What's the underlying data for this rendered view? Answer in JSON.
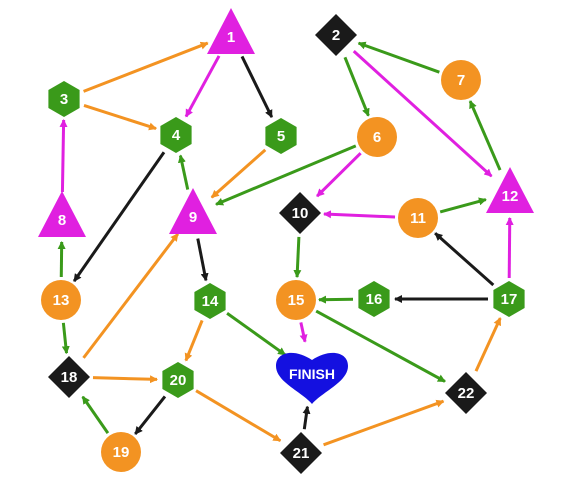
{
  "colors": {
    "orange": "#f39322",
    "green": "#3a9a1a",
    "magenta": "#e020e0",
    "black": "#1a1a1a",
    "blue": "#1410e0"
  },
  "nodes": [
    {
      "id": "1",
      "shape": "triangle",
      "color": "magenta"
    },
    {
      "id": "2",
      "shape": "diamond",
      "color": "black"
    },
    {
      "id": "3",
      "shape": "hexagon",
      "color": "green"
    },
    {
      "id": "4",
      "shape": "hexagon",
      "color": "green"
    },
    {
      "id": "5",
      "shape": "hexagon",
      "color": "green"
    },
    {
      "id": "6",
      "shape": "circle",
      "color": "orange"
    },
    {
      "id": "7",
      "shape": "circle",
      "color": "orange"
    },
    {
      "id": "8",
      "shape": "triangle",
      "color": "magenta"
    },
    {
      "id": "9",
      "shape": "triangle",
      "color": "magenta"
    },
    {
      "id": "10",
      "shape": "diamond",
      "color": "black"
    },
    {
      "id": "11",
      "shape": "circle",
      "color": "orange"
    },
    {
      "id": "12",
      "shape": "triangle",
      "color": "magenta"
    },
    {
      "id": "13",
      "shape": "circle",
      "color": "orange"
    },
    {
      "id": "14",
      "shape": "hexagon",
      "color": "green"
    },
    {
      "id": "15",
      "shape": "circle",
      "color": "orange"
    },
    {
      "id": "16",
      "shape": "hexagon",
      "color": "green"
    },
    {
      "id": "17",
      "shape": "hexagon",
      "color": "green"
    },
    {
      "id": "18",
      "shape": "diamond",
      "color": "black"
    },
    {
      "id": "19",
      "shape": "circle",
      "color": "orange"
    },
    {
      "id": "20",
      "shape": "hexagon",
      "color": "green"
    },
    {
      "id": "21",
      "shape": "diamond",
      "color": "black"
    },
    {
      "id": "22",
      "shape": "diamond",
      "color": "black"
    },
    {
      "id": "FINISH",
      "shape": "heart",
      "color": "blue"
    }
  ],
  "edges": [
    {
      "from": "3",
      "to": "1",
      "color": "orange"
    },
    {
      "from": "3",
      "to": "4",
      "color": "orange"
    },
    {
      "from": "1",
      "to": "4",
      "color": "magenta"
    },
    {
      "from": "1",
      "to": "5",
      "color": "black"
    },
    {
      "from": "8",
      "to": "3",
      "color": "magenta"
    },
    {
      "from": "4",
      "to": "13",
      "color": "black"
    },
    {
      "from": "5",
      "to": "9",
      "color": "orange"
    },
    {
      "from": "9",
      "to": "4",
      "color": "green"
    },
    {
      "from": "6",
      "to": "9",
      "color": "green"
    },
    {
      "from": "6",
      "to": "10",
      "color": "magenta"
    },
    {
      "from": "2",
      "to": "6",
      "color": "green"
    },
    {
      "from": "2",
      "to": "12",
      "color": "magenta"
    },
    {
      "from": "7",
      "to": "2",
      "color": "green"
    },
    {
      "from": "12",
      "to": "7",
      "color": "green"
    },
    {
      "from": "11",
      "to": "12",
      "color": "green"
    },
    {
      "from": "11",
      "to": "10",
      "color": "magenta"
    },
    {
      "from": "17",
      "to": "11",
      "color": "black"
    },
    {
      "from": "17",
      "to": "12",
      "color": "magenta"
    },
    {
      "from": "17",
      "to": "16",
      "color": "black"
    },
    {
      "from": "16",
      "to": "15",
      "color": "green"
    },
    {
      "from": "10",
      "to": "15",
      "color": "green"
    },
    {
      "from": "15",
      "to": "FINISH",
      "color": "magenta"
    },
    {
      "from": "15",
      "to": "22",
      "color": "green"
    },
    {
      "from": "22",
      "to": "17",
      "color": "orange"
    },
    {
      "from": "9",
      "to": "14",
      "color": "black"
    },
    {
      "from": "14",
      "to": "FINISH",
      "color": "green"
    },
    {
      "from": "14",
      "to": "20",
      "color": "orange"
    },
    {
      "from": "13",
      "to": "8",
      "color": "green"
    },
    {
      "from": "13",
      "to": "18",
      "color": "green"
    },
    {
      "from": "18",
      "to": "9",
      "color": "orange"
    },
    {
      "from": "18",
      "to": "20",
      "color": "orange"
    },
    {
      "from": "19",
      "to": "18",
      "color": "green"
    },
    {
      "from": "20",
      "to": "19",
      "color": "black"
    },
    {
      "from": "20",
      "to": "21",
      "color": "orange"
    },
    {
      "from": "21",
      "to": "FINISH",
      "color": "black"
    },
    {
      "from": "21",
      "to": "22",
      "color": "orange"
    }
  ]
}
